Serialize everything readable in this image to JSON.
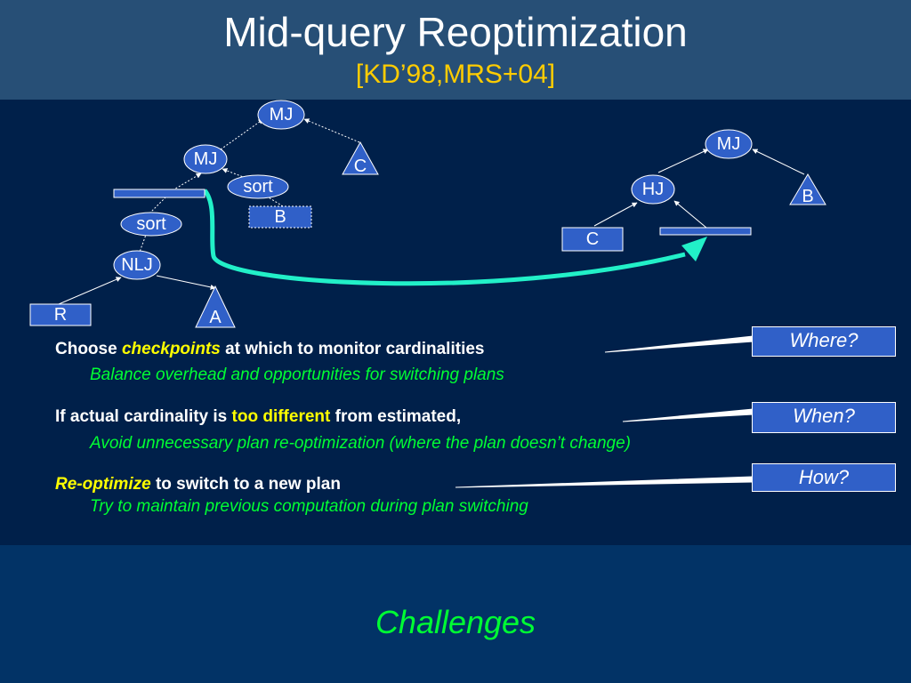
{
  "slide": {
    "title": "Mid-query Reoptimization",
    "subtitle": "[KD’98,MRS+04]",
    "footer": "Challenges"
  },
  "left_plan": {
    "root": "MJ",
    "mid_join": "MJ",
    "sort_upper": "sort",
    "sort_lower": "sort",
    "nlj": "NLJ",
    "table_b": "B",
    "table_c": "C",
    "table_r": "R",
    "table_a": "A"
  },
  "right_plan": {
    "root": "MJ",
    "hash_join": "HJ",
    "table_b": "B",
    "table_c": "C"
  },
  "points": [
    {
      "prefix": "Choose ",
      "highlight": "checkpoints",
      "suffix": " at which to monitor cardinalities",
      "detail": "Balance overhead and opportunities for switching plans",
      "callout": "Where?"
    },
    {
      "prefix": "If actual cardinality is ",
      "highlight": "too different",
      "suffix": " from estimated,",
      "detail": "Avoid unnecessary plan re-optimization (where the plan doesn’t change)",
      "callout": "When?"
    },
    {
      "prefix": "",
      "highlight": "Re-optimize",
      "suffix": "  to switch to a new plan",
      "detail": "Try to maintain previous computation during plan switching",
      "callout": "How?"
    }
  ],
  "colors": {
    "node_fill": "#3060c8",
    "arrow": "#22f0c8",
    "highlight": "#ffff00",
    "detail_text": "#00ff33"
  }
}
